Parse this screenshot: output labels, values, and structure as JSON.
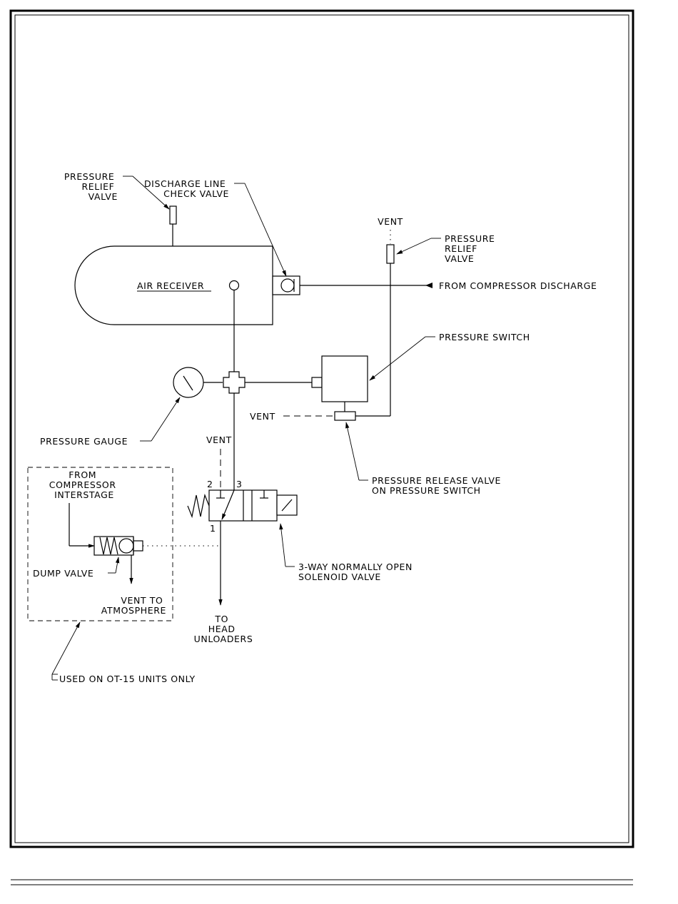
{
  "labels": {
    "pressure_relief_valve_top": [
      "PRESSURE",
      "RELIEF",
      "VALVE"
    ],
    "discharge_check_valve": [
      "DISCHARGE LINE",
      "CHECK VALVE"
    ],
    "vent_top": "VENT",
    "pressure_relief_valve_right": [
      "PRESSURE",
      "RELIEF",
      "VALVE"
    ],
    "air_receiver": "AIR RECEIVER",
    "from_compressor_discharge": "FROM COMPRESSOR DISCHARGE",
    "pressure_switch": "PRESSURE SWITCH",
    "vent_switch": "VENT",
    "pressure_gauge": "PRESSURE GAUGE",
    "vent_solenoid": "VENT",
    "pressure_release_valve": [
      "PRESSURE RELEASE VALVE",
      "ON PRESSURE SWITCH"
    ],
    "from_compressor_interstage": [
      "FROM",
      "COMPRESSOR",
      "INTERSTAGE"
    ],
    "port_2": "2",
    "port_3": "3",
    "port_1": "1",
    "dump_valve": "DUMP VALVE",
    "vent_to_atmosphere": [
      "VENT TO",
      "ATMOSPHERE"
    ],
    "solenoid_valve": [
      "3-WAY NORMALLY OPEN",
      "SOLENOID VALVE"
    ],
    "to_head_unloaders": [
      "TO",
      "HEAD",
      "UNLOADERS"
    ],
    "used_on": "USED ON OT-15 UNITS ONLY"
  }
}
